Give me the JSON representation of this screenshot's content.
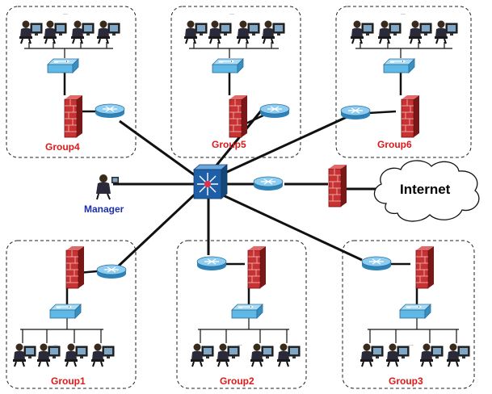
{
  "groups": {
    "group4": "Group4",
    "group5": "Group5",
    "group6": "Group6",
    "group1": "Group1",
    "group2": "Group2",
    "group3": "Group3"
  },
  "manager_label": "Manager",
  "internet_label": "Internet",
  "host_gap_marker": "...",
  "colors": {
    "group_label": "#e01818",
    "manager_label": "#1a2fb0",
    "switch": "#5fb8e6",
    "router": "#4aa3d8",
    "firewall": "#b52b2b",
    "core_switch": "#1f5fa8"
  },
  "icons": [
    "workstation-user-icon",
    "switch-icon",
    "router-icon",
    "firewall-icon",
    "core-switch-icon",
    "cloud-icon",
    "manager-user-icon"
  ]
}
